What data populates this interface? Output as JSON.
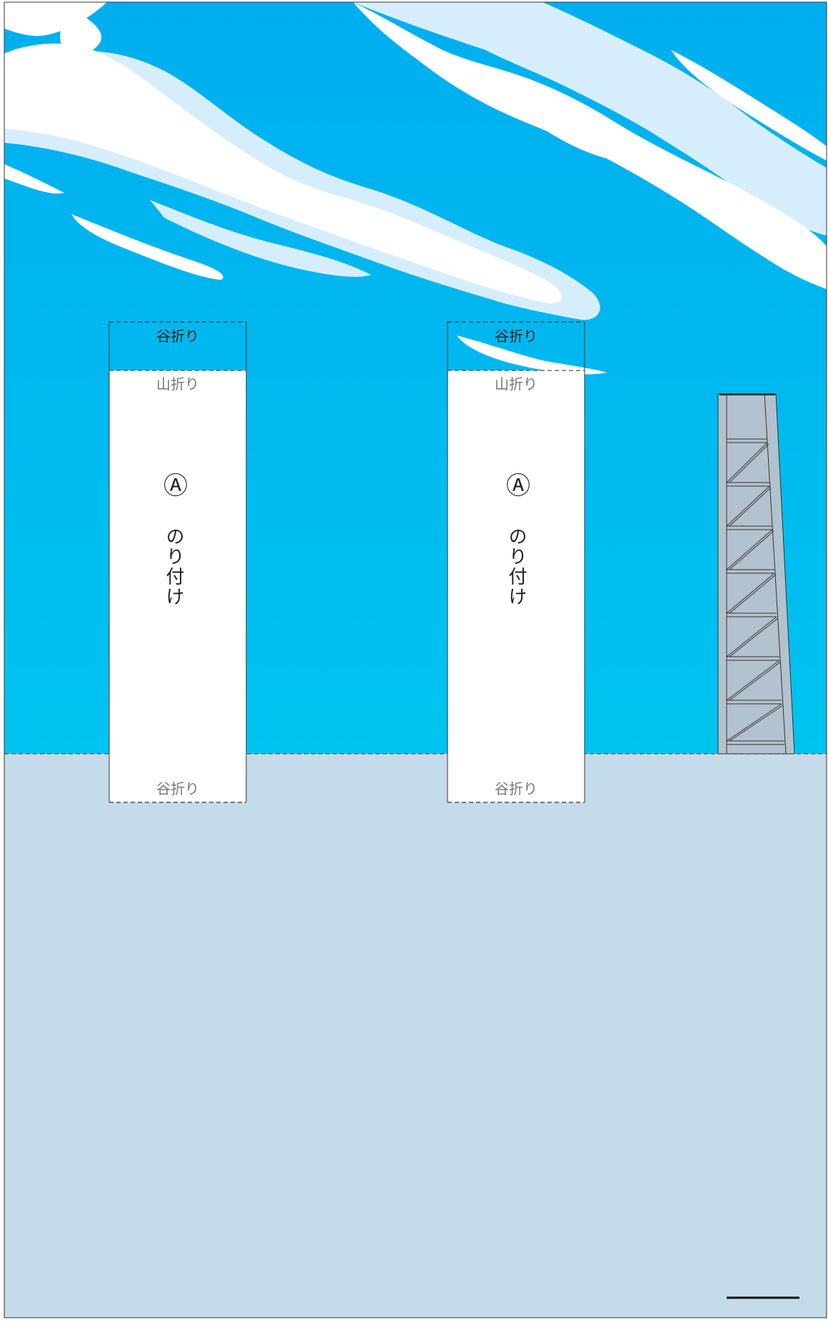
{
  "colors": {
    "sky_top": "#00aeef",
    "sky_bottom": "#00c3ef",
    "cloud_white": "#ffffff",
    "cloud_light": "#d6eefb",
    "ground": "#c4dce9",
    "tab_white": "#ffffff",
    "tower": "#b3c2cf"
  },
  "tabs": [
    {
      "top_fold": "谷折り",
      "upper_fold": "山折り",
      "marker": "Ⓐ",
      "glue_text": "のり付け",
      "bottom_fold": "谷折り"
    },
    {
      "top_fold": "谷折り",
      "upper_fold": "山折り",
      "marker": "Ⓐ",
      "glue_text": "のり付け",
      "bottom_fold": "谷折り"
    }
  ]
}
